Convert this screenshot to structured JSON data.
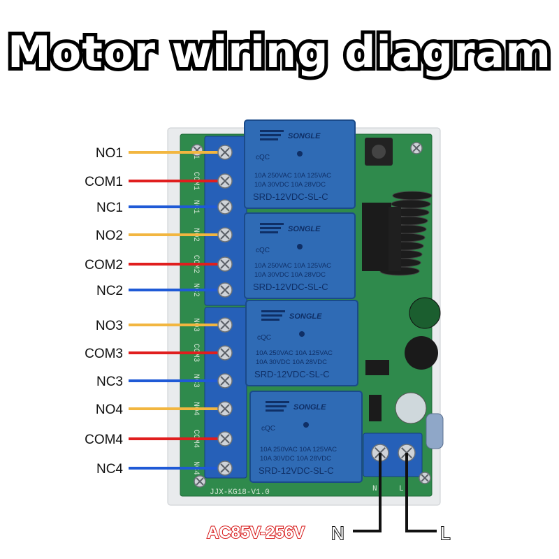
{
  "title": "Motor wiring diagram",
  "terminals": [
    {
      "label": "NO1",
      "wire": "#f2b640"
    },
    {
      "label": "COM1",
      "wire": "#e01e1e"
    },
    {
      "label": "NC1",
      "wire": "#1f5ad6"
    },
    {
      "label": "NO2",
      "wire": "#f2b640"
    },
    {
      "label": "COM2",
      "wire": "#e01e1e"
    },
    {
      "label": "NC2",
      "wire": "#1f5ad6"
    },
    {
      "label": "NO3",
      "wire": "#f2b640"
    },
    {
      "label": "COM3",
      "wire": "#e01e1e"
    },
    {
      "label": "NC3",
      "wire": "#1f5ad6"
    },
    {
      "label": "NO4",
      "wire": "#f2b640"
    },
    {
      "label": "COM4",
      "wire": "#e01e1e"
    },
    {
      "label": "NC4",
      "wire": "#1f5ad6"
    }
  ],
  "relay": {
    "brand": "SONGLE",
    "rating_line1": "10A 250VAC  10A 125VAC",
    "rating_line2": "10A 30VDC  10A 28VDC",
    "model": "SRD-12VDC-SL-C",
    "cert": "cQC"
  },
  "board_code": "JJX-KG18-V1.0",
  "board_silk": [
    "NO1",
    "COM1",
    "NC1",
    "NO2",
    "COM2",
    "NC2",
    "NO3",
    "COM3",
    "NC3",
    "NO4",
    "COM4",
    "NC4"
  ],
  "power": {
    "voltage": "AC85V-256V",
    "n_label": "N",
    "l_label": "L",
    "silk_n": "N",
    "silk_l": "L"
  },
  "colors": {
    "pcb": "#2f8a4c",
    "relay": "#2f6bb5",
    "terminal": "#2660b8",
    "wire_live": "#111111"
  }
}
